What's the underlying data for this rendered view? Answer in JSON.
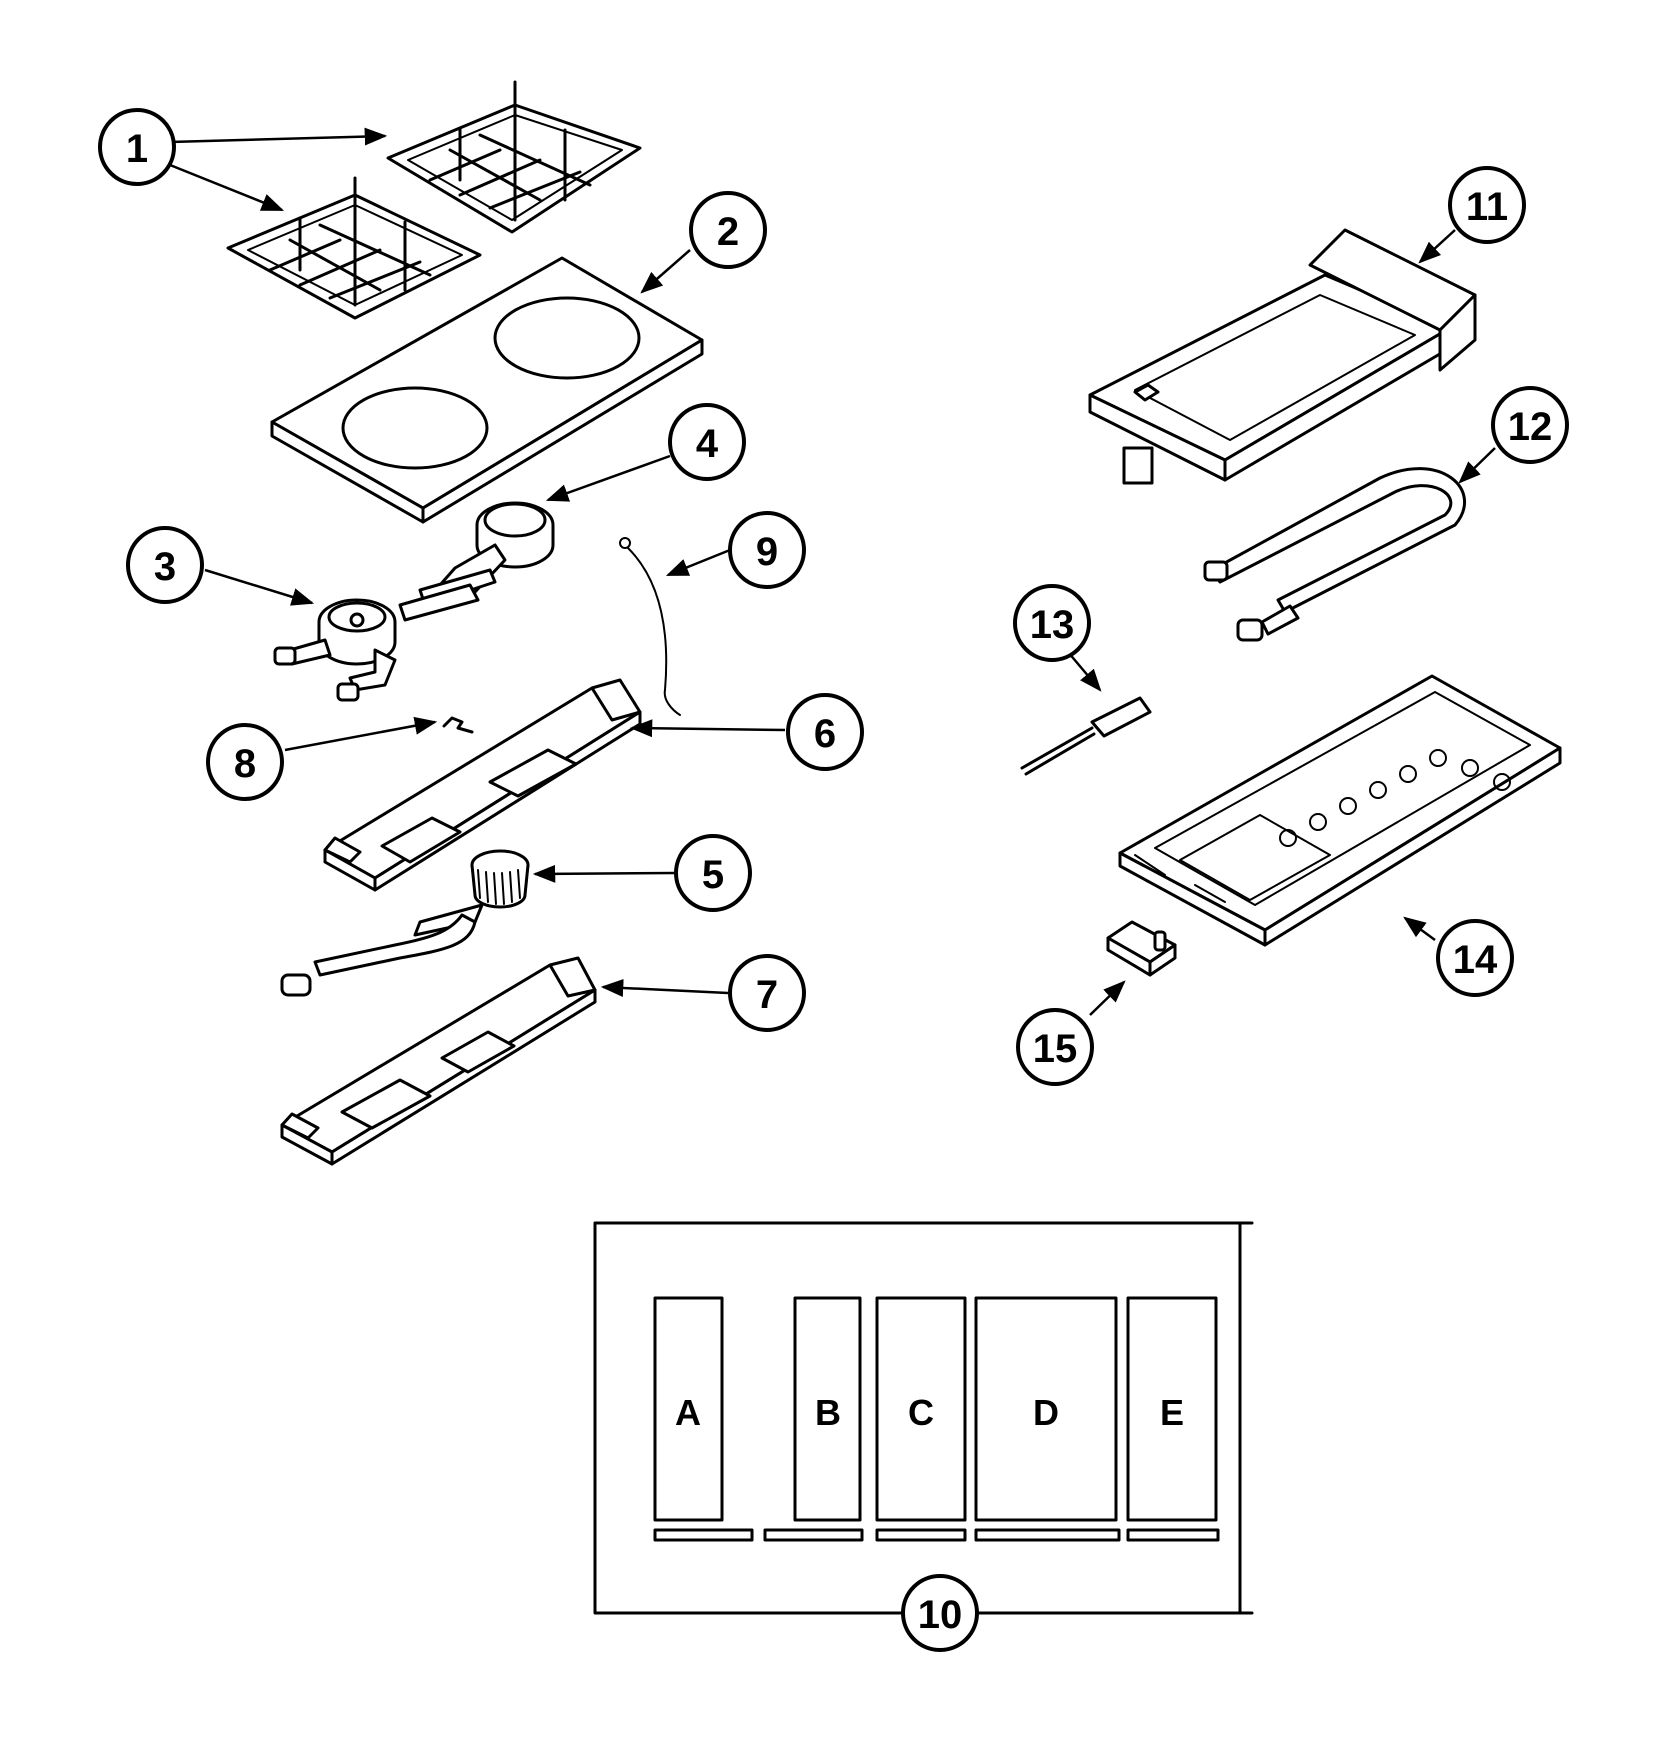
{
  "callouts": {
    "c1": "1",
    "c2": "2",
    "c3": "3",
    "c4": "4",
    "c5": "5",
    "c6": "6",
    "c7": "7",
    "c8": "8",
    "c9": "9",
    "c10": "10",
    "c11": "11",
    "c12": "12",
    "c13": "13",
    "c14": "14",
    "c15": "15"
  },
  "bays": {
    "a": "A",
    "b": "B",
    "c": "C",
    "d": "D",
    "e": "E"
  }
}
